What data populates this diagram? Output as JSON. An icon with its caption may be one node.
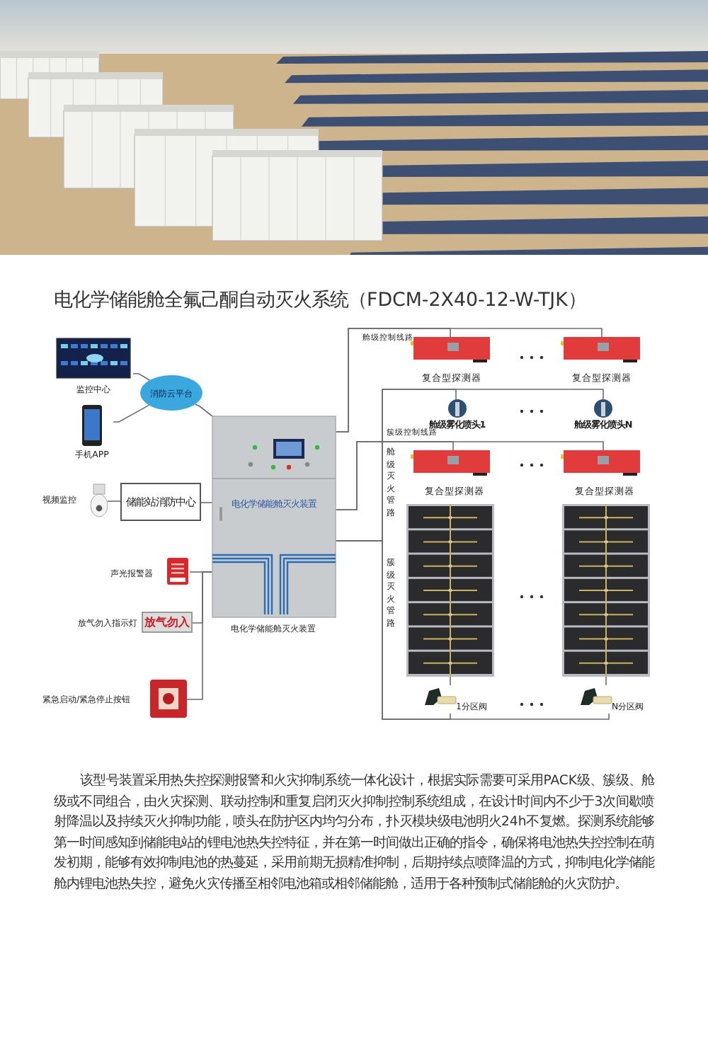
{
  "diagram": {
    "title": "电化学储能舱全氟己酮自动灭火系统（FDCM-2X40-12-W-TJK）",
    "nodes": [
      {
        "text": [
          "监控中心"
        ]
      },
      {
        "text": [
          "消防云平台"
        ]
      },
      {
        "text": [
          "手机APP"
        ]
      },
      {
        "text": [
          "视频监控"
        ]
      },
      {
        "text": [
          "储能站消防中心"
        ]
      },
      {
        "text": [
          "电化学储能舱灭火装置"
        ],
        "beside": [
          "电化学储能舱灭火装置"
        ]
      },
      {
        "text": [
          "声光报警器"
        ]
      },
      {
        "text": [
          "放气勿入"
        ],
        "beside": [
          "放气勿入指示灯"
        ]
      },
      {
        "text": [
          "紧急启动/紧急停止按钮"
        ]
      },
      {
        "text": [
          "复合型探测器"
        ]
      },
      {
        "text": [
          "复合型探测器"
        ]
      },
      {
        "text": [
          "舱级雾化喷头1"
        ]
      },
      {
        "text": [
          "舱级雾化喷头N"
        ]
      },
      {
        "text": [
          "复合型探测器"
        ]
      },
      {
        "text": [
          "复合型探测器"
        ]
      },
      {
        "text": [],
        "shape": "picture"
      },
      {
        "text": [],
        "shape": "picture"
      },
      {
        "text": [
          "1分区阀"
        ]
      },
      {
        "text": [
          "N分区阀"
        ]
      }
    ],
    "edges": [
      {
        "from": 0,
        "to": 1,
        "arrow": "none"
      },
      {
        "from": 2,
        "to": 1,
        "arrow": "none"
      },
      {
        "from": 1,
        "to": 5,
        "arrow": "none"
      },
      {
        "from": 3,
        "to": 4,
        "arrow": "none"
      },
      {
        "from": 4,
        "to": 5,
        "arrow": "none"
      },
      {
        "from": 6,
        "to": 5,
        "arrow": "none"
      },
      {
        "from": 7,
        "to": 5,
        "arrow": "none"
      },
      {
        "from": 8,
        "to": 5,
        "arrow": "none"
      },
      {
        "from": 5,
        "to": 9,
        "arrow": "none"
      },
      {
        "from": 5,
        "to": 10,
        "arrow": "none"
      },
      {
        "from": 5,
        "to": 11,
        "arrow": "none"
      },
      {
        "from": 5,
        "to": 12,
        "arrow": "none"
      },
      {
        "from": 5,
        "to": 13,
        "arrow": "none"
      },
      {
        "from": 5,
        "to": 14,
        "arrow": "none"
      },
      {
        "from": 5,
        "to": 17,
        "arrow": "none"
      },
      {
        "from": 5,
        "to": 18,
        "arrow": "none"
      },
      {
        "from": 17,
        "to": 15,
        "arrow": "none"
      },
      {
        "from": 18,
        "to": 16,
        "arrow": "none"
      }
    ],
    "labels": [
      "舱级控制线路",
      "簇级控制线路",
      "舱级灭火管路",
      "簇级灭火管路",
      "该型号装置采用热失控探测报警和火灾抑制系统一体化设计，根据实际需要可采用PACK级、簇级、舱级或不同组合，由火灾探测、联动控制和重复启闭灭火抑制控制系统组成，在设计时间内不少于3次间歇喷射降温以及持续灭火抑制功能，喷头在防护区内均匀分布，扑灭模块级电池明火24h不复燃。探测系统能够第一时间感知到储能电站的锂电池热失控特征，并在第一时间做出正确的指令，确保将电池热失控控制在萌发初期，能够有效抑制电池的热蔓延，采用前期无损精准抑制，后期持续点喷降温的方式，抑制电化学储能舱内锂电池热失控，避免火灾传播至相邻电池箱或相邻储能舱，适用于各种预制式储能舱的火灾防护。"
    ]
  }
}
